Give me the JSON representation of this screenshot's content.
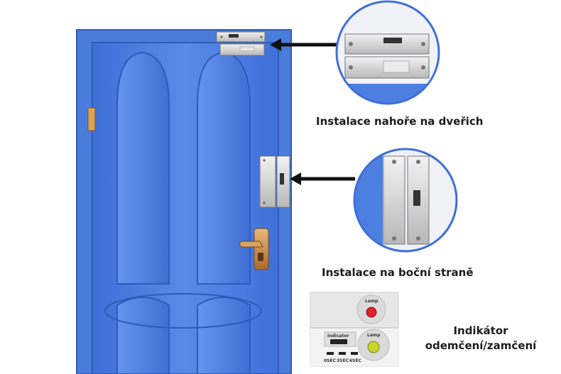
{
  "captions": {
    "top_install": "Instalace nahoře na dveřich",
    "side_install": "Instalace na boční straně",
    "indicator_line1": "Indikátor",
    "indicator_line2": "odemčení/zamčení"
  },
  "indicator_panel": {
    "lamp_label_top": "Lamp",
    "lamp_label_bottom": "Lamp",
    "indicator_label": "Indicator",
    "sec_labels": [
      "0SEC",
      "3SEC",
      "6SEC"
    ]
  },
  "colors": {
    "door_blue": "#4d7fe0",
    "door_panel": "#5889e6",
    "arrow": "#111111",
    "lamp_red": "#e0202a",
    "lamp_green": "#c8d62a"
  },
  "icons": [
    "arrow-right-to-left-icon",
    "magnifier-circle"
  ]
}
